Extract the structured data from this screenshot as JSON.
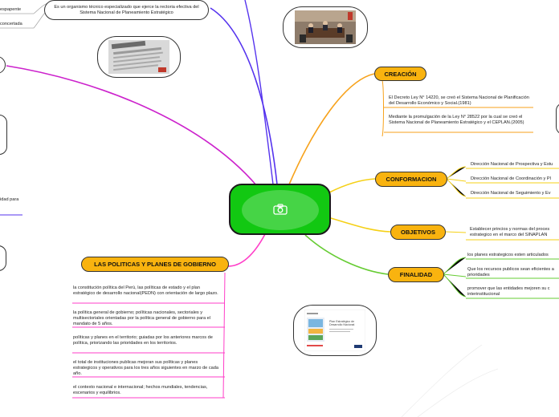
{
  "center": {
    "icon": "camera-icon",
    "color": "#12c812"
  },
  "top_node": {
    "text": "Es un organismo técnico especializado que ejerce la rectoria efectiva del Sistema Nacional de Planeamiento Estratégico"
  },
  "left_edge": {
    "item1": "espapente",
    "item2": "concertada",
    "item3": "idad para"
  },
  "images": {
    "newspaper": "newspaper-photo",
    "meeting": "meeting-photo",
    "document": "document-cover"
  },
  "document_cover": {
    "title": "Plan Estratégico de Desarrollo Nacional"
  },
  "branches": {
    "creacion": {
      "label": "CREACIÓN",
      "items": [
        "El Decreto Ley N° 14220, se creó el Sistema Nacional de Planificación del Desarrollo Económico y Social.(1981)",
        "Mediante la promulgación de la Ley N° 28522 por la cual se creó el Sistema Nacional de Planeamiento Estratégico y el CEPLAN.(2005)"
      ]
    },
    "conformacion": {
      "label": "CONFORMACION",
      "items": [
        "Dirección Nacional de Prospectiva y Estu",
        "Dirección Nacional de Coordinación y Pl",
        "Dirección Nacional de Seguimiento y Ev"
      ]
    },
    "objetivos": {
      "label": "OBJETIVOS",
      "items": [
        "Establecer princios y normas del proces estrategico en el marco del SINAPLAN"
      ]
    },
    "finalidad": {
      "label": "FINALIDAD",
      "items": [
        "los planes estrategicos esten articulados",
        "Que los recursos publicos sean eficientes a prioridades",
        "promover que las entidades mejoren su c interinstitucional"
      ]
    },
    "politicas": {
      "label": "LAS POLITICAS Y PLANES DE GOBIERNO",
      "items": [
        "la constitución política del Perú, las políticas de estado y el plan estratégico de desarrollo nacional(PEDN) con orientación de largo plazo.",
        "la política general de gobierno; políticas nacionales, sectoriales y multisectoriales orientadas por la política general de gobierno para el mandato de 5 años.",
        "políticas y planes en el territorio; guiadas por los anteriores marcos de política, priorizando las prioridades en los territorios.",
        "el total de instituciones publicas mejoran sus políticas y planes estrategicos y operativos para los tres años siguientes en marzo de cada año.",
        "el contexto nacional e internacional; hechos mundiales, tendencias, escenarios y equilibrios."
      ]
    }
  },
  "colors": {
    "topic_fill": "#f9b30f",
    "creacion_line": "#f7a21b",
    "conformacion_line": "#f5d016",
    "objetivos_line": "#f5d016",
    "finalidad_line": "#66cc33",
    "politicas_line": "#ff3ec8",
    "top_line": "#5533ee",
    "upper_left_line": "#cc22cc"
  }
}
